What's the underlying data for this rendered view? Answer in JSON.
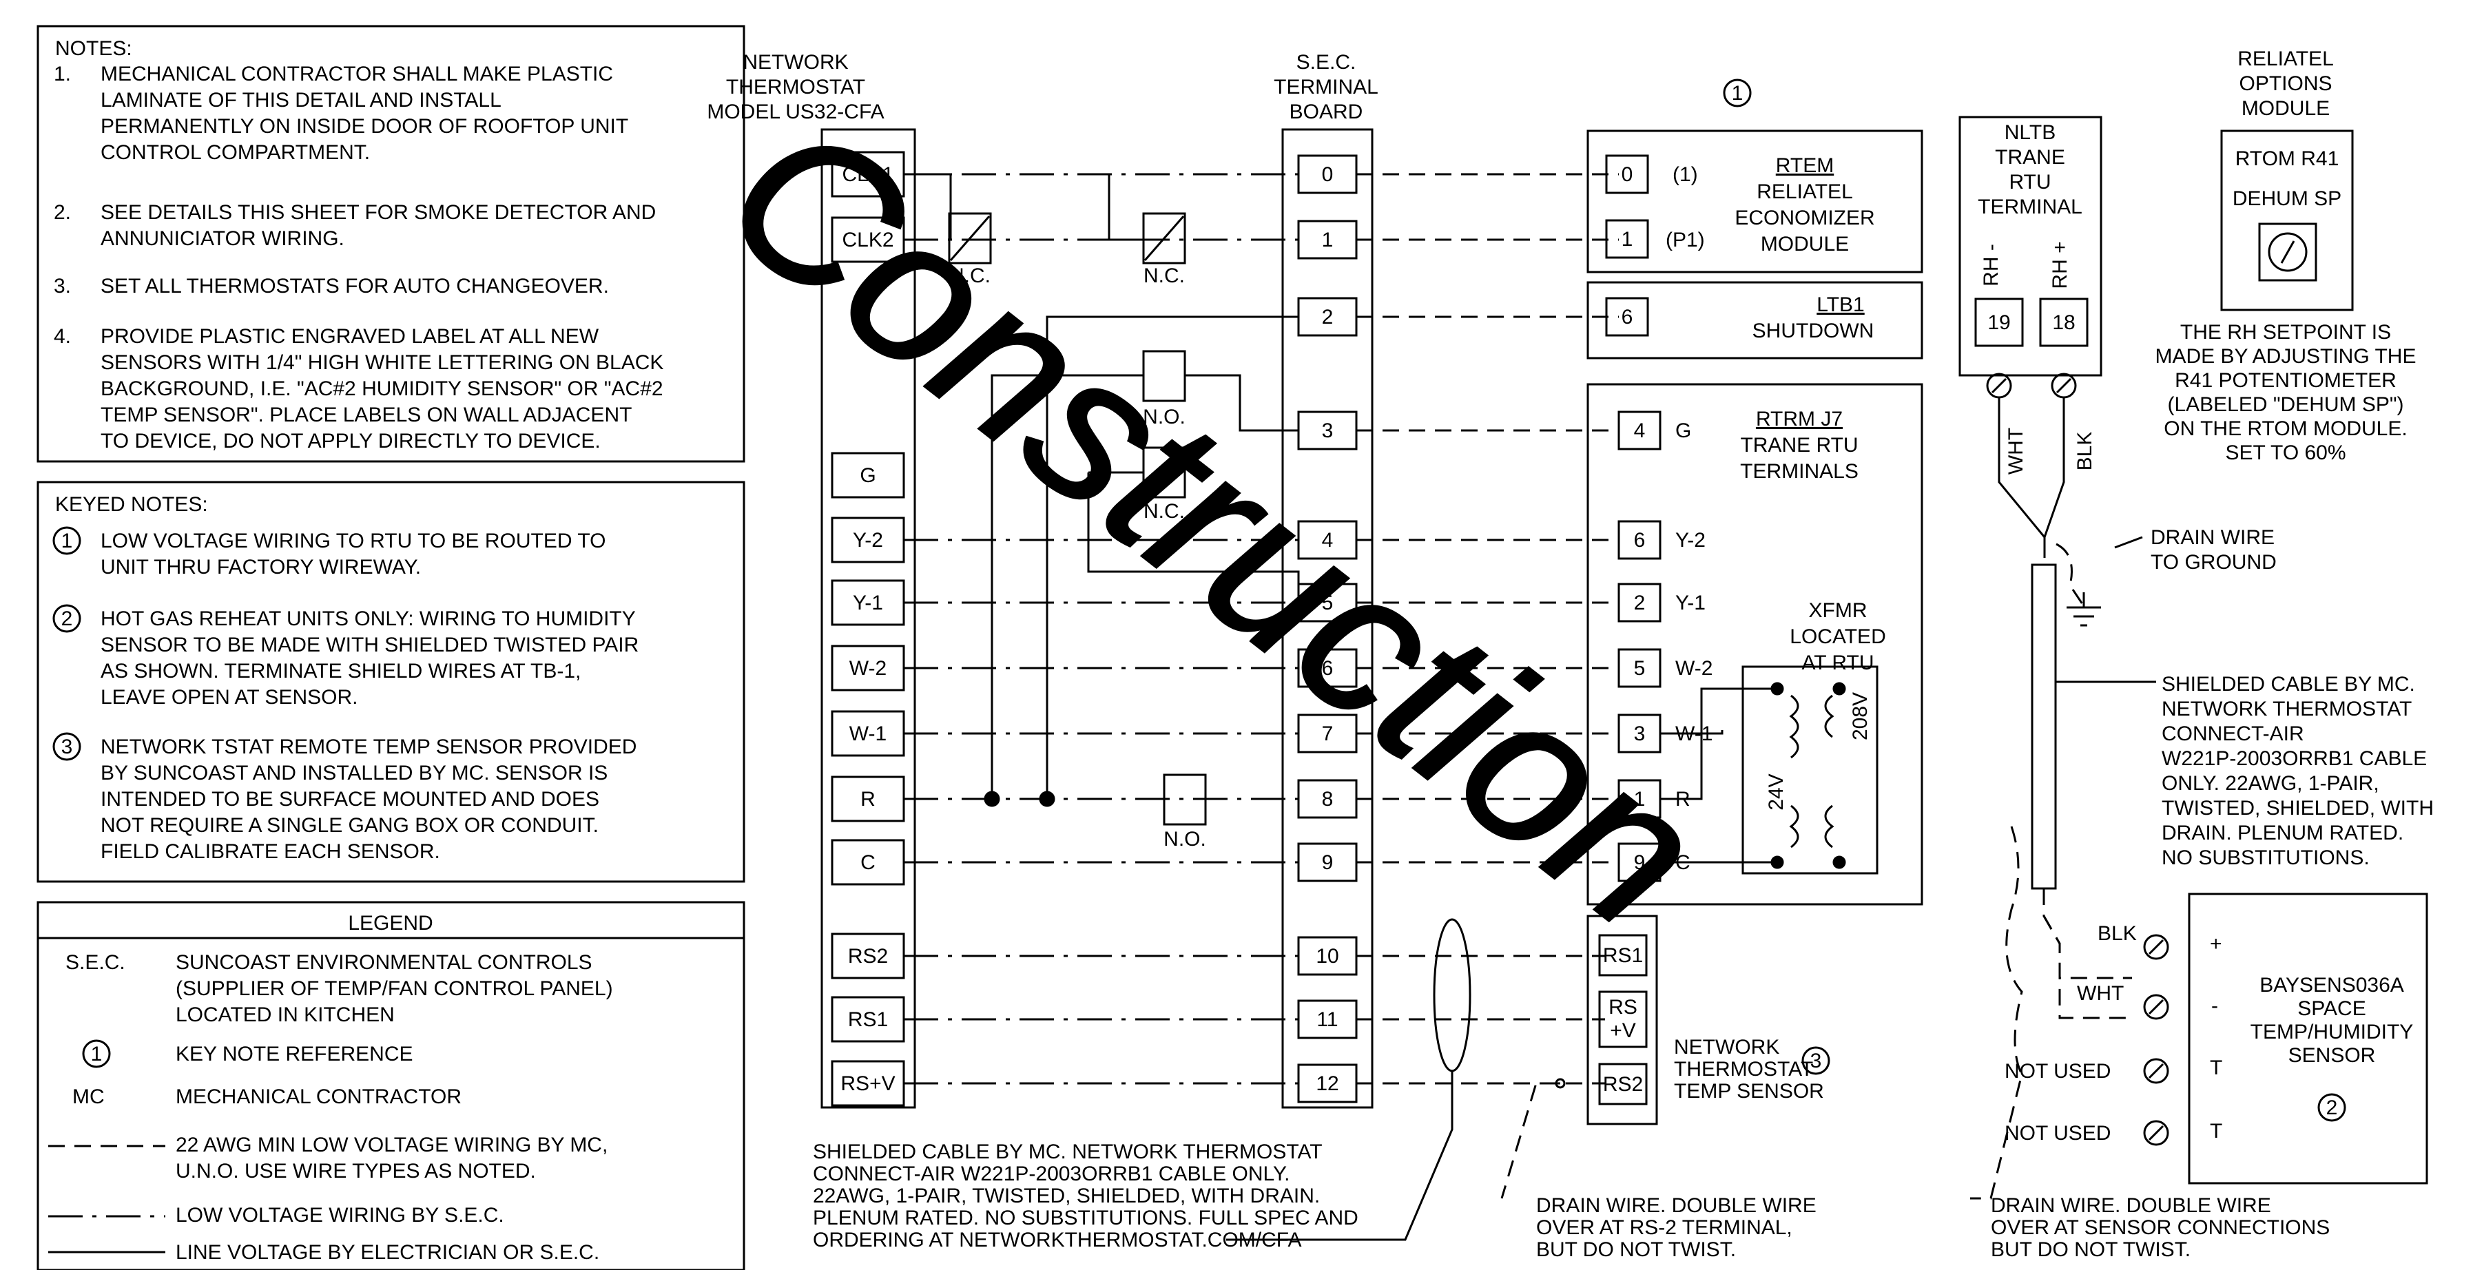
{
  "notes": {
    "title": "NOTES:",
    "items": [
      {
        "num": "1.",
        "lines": [
          "MECHANICAL CONTRACTOR SHALL MAKE PLASTIC",
          "LAMINATE OF THIS DETAIL AND INSTALL",
          "PERMANENTLY ON INSIDE DOOR OF ROOFTOP UNIT",
          "CONTROL COMPARTMENT."
        ]
      },
      {
        "num": "2.",
        "lines": [
          "SEE DETAILS THIS SHEET FOR SMOKE DETECTOR AND",
          "ANNUNICIATOR WIRING."
        ]
      },
      {
        "num": "3.",
        "lines": [
          "SET ALL THERMOSTATS FOR AUTO CHANGEOVER."
        ]
      },
      {
        "num": "4.",
        "lines": [
          "PROVIDE PLASTIC ENGRAVED LABEL AT ALL NEW",
          "SENSORS WITH 1/4\" HIGH WHITE LETTERING ON BLACK",
          "BACKGROUND, I.E. \"AC#2 HUMIDITY SENSOR\" OR \"AC#2",
          "TEMP SENSOR\". PLACE LABELS ON WALL ADJACENT",
          "TO DEVICE, DO NOT APPLY DIRECTLY TO DEVICE."
        ]
      }
    ]
  },
  "keyed_notes": {
    "title": "KEYED NOTES:",
    "items": [
      {
        "num": "1",
        "lines": [
          "LOW VOLTAGE WIRING TO RTU TO BE ROUTED TO",
          "UNIT THRU FACTORY WIREWAY."
        ]
      },
      {
        "num": "2",
        "lines": [
          "HOT GAS REHEAT UNITS ONLY: WIRING TO HUMIDITY",
          "SENSOR TO BE MADE WITH SHIELDED TWISTED PAIR",
          "AS SHOWN. TERMINATE SHIELD WIRES AT TB-1,",
          "LEAVE OPEN AT SENSOR."
        ]
      },
      {
        "num": "3",
        "lines": [
          "NETWORK TSTAT REMOTE TEMP SENSOR PROVIDED",
          "BY SUNCOAST AND INSTALLED BY MC. SENSOR IS",
          "INTENDED TO BE SURFACE MOUNTED AND DOES",
          "NOT REQUIRE A SINGLE GANG BOX OR CONDUIT.",
          "FIELD CALIBRATE EACH SENSOR."
        ]
      }
    ]
  },
  "legend": {
    "title": "LEGEND",
    "items": [
      {
        "key": "S.E.C.",
        "lines": [
          "SUNCOAST ENVIRONMENTAL CONTROLS",
          "(SUPPLIER OF TEMP/FAN CONTROL PANEL)",
          "LOCATED IN KITCHEN"
        ]
      },
      {
        "key": "1",
        "lines": [
          "KEY NOTE REFERENCE"
        ]
      },
      {
        "key": "MC",
        "lines": [
          "MECHANICAL CONTRACTOR"
        ]
      },
      {
        "key": "",
        "lines": [
          "22 AWG MIN LOW VOLTAGE WIRING BY MC,",
          "U.N.O. USE WIRE TYPES AS NOTED."
        ]
      },
      {
        "key": "",
        "lines": [
          "LOW VOLTAGE WIRING BY S.E.C."
        ]
      },
      {
        "key": "",
        "lines": [
          "LINE VOLTAGE BY ELECTRICIAN OR S.E.C."
        ]
      }
    ]
  },
  "thermostat": {
    "title_lines": [
      "NETWORK",
      "THERMOSTAT",
      "MODEL US32-CFA"
    ],
    "terminals": [
      "CLK1",
      "CLK2",
      "G",
      "Y-2",
      "Y-1",
      "W-2",
      "W-1",
      "R",
      "C",
      "RS2",
      "RS1",
      "RS+V"
    ]
  },
  "sec_board": {
    "title_lines": [
      "S.E.C.",
      "TERMINAL",
      "BOARD"
    ],
    "terminals": [
      "0",
      "1",
      "2",
      "3",
      "4",
      "5",
      "6",
      "7",
      "8",
      "9",
      "10",
      "11",
      "12"
    ]
  },
  "contacts": {
    "nc1": "N.C.",
    "nc2": "N.C.",
    "no1": "N.O.",
    "nc3": "N.C.",
    "no2": "N.O."
  },
  "keynote_top": "1",
  "rtem": {
    "terminals": [
      "0",
      "1"
    ],
    "tags": [
      "(1)",
      "(P1)"
    ],
    "title": "RTEM",
    "lines": [
      "RELIATEL",
      "ECONOMIZER",
      "MODULE"
    ]
  },
  "ltb1": {
    "terminal": "6",
    "title": "LTB1",
    "line": "SHUTDOWN"
  },
  "rtrm": {
    "title": "RTRM J7",
    "lines": [
      "TRANE RTU",
      "TERMINALS"
    ],
    "terminals": [
      "4",
      "6",
      "2",
      "5",
      "3",
      "1",
      "9"
    ],
    "tags": [
      "G",
      "Y-2",
      "Y-1",
      "W-2",
      "W-1",
      "R",
      "C"
    ],
    "xfmr_lines": [
      "XFMR",
      "LOCATED",
      "AT RTU"
    ],
    "v24": "24V",
    "v208": "208V"
  },
  "sensor_box": {
    "terminals": [
      "RS1",
      "RS +V",
      "RS2"
    ],
    "label_lines": [
      "NETWORK",
      "THERMOSTAT",
      "TEMP SENSOR"
    ],
    "keynote": "3"
  },
  "nltb": {
    "title_lines": [
      "NLTB",
      "TRANE",
      "RTU",
      "TERMINAL"
    ],
    "rh_minus": "RH -",
    "rh_plus": "RH +",
    "t19": "19",
    "t18": "18",
    "wht": "WHT",
    "blk": "BLK"
  },
  "reliatel_opts": {
    "title_lines": [
      "RELIATEL",
      "OPTIONS",
      "MODULE"
    ],
    "box_lines": [
      "RTOM R41",
      "DEHUM SP"
    ],
    "note_lines": [
      "THE RH SETPOINT IS",
      "MADE BY ADJUSTING THE",
      "R41 POTENTIOMETER",
      "(LABELED \"DEHUM SP\")",
      "ON THE RTOM MODULE.",
      "SET TO 60%"
    ]
  },
  "drain_ground": [
    "DRAIN WIRE",
    "TO GROUND"
  ],
  "right_cable": [
    "SHIELDED CABLE BY MC.",
    "NETWORK THERMOSTAT",
    "CONNECT-AIR",
    "W221P-2003ORRB1 CABLE",
    "ONLY. 22AWG, 1-PAIR,",
    "TWISTED, SHIELDED, WITH",
    "DRAIN. PLENUM RATED.",
    "NO SUBSTITUTIONS."
  ],
  "baysens": {
    "lines": [
      "BAYSENS036A",
      "SPACE",
      "TEMP/HUMIDITY",
      "SENSOR"
    ],
    "keynote": "2",
    "plus": "+",
    "minus": "-",
    "t1": "T",
    "t2": "T",
    "blk": "BLK",
    "wht": "WHT",
    "not_used_1": "NOT USED",
    "not_used_2": "NOT USED"
  },
  "bottom_cable": [
    "SHIELDED CABLE BY MC. NETWORK THERMOSTAT",
    "CONNECT-AIR W221P-2003ORRB1 CABLE ONLY.",
    "22AWG, 1-PAIR, TWISTED, SHIELDED, WITH DRAIN.",
    "PLENUM RATED. NO SUBSTITUTIONS. FULL SPEC AND",
    "ORDERING AT NETWORKTHERMOSTAT.COM/CFA"
  ],
  "drain_mid": [
    "DRAIN WIRE.  DOUBLE WIRE",
    "OVER AT RS-2 TERMINAL,",
    "BUT DO NOT TWIST."
  ],
  "drain_right": [
    "DRAIN WIRE.  DOUBLE WIRE",
    "OVER AT SENSOR CONNECTIONS",
    "BUT DO NOT TWIST."
  ],
  "watermark": "Construction"
}
